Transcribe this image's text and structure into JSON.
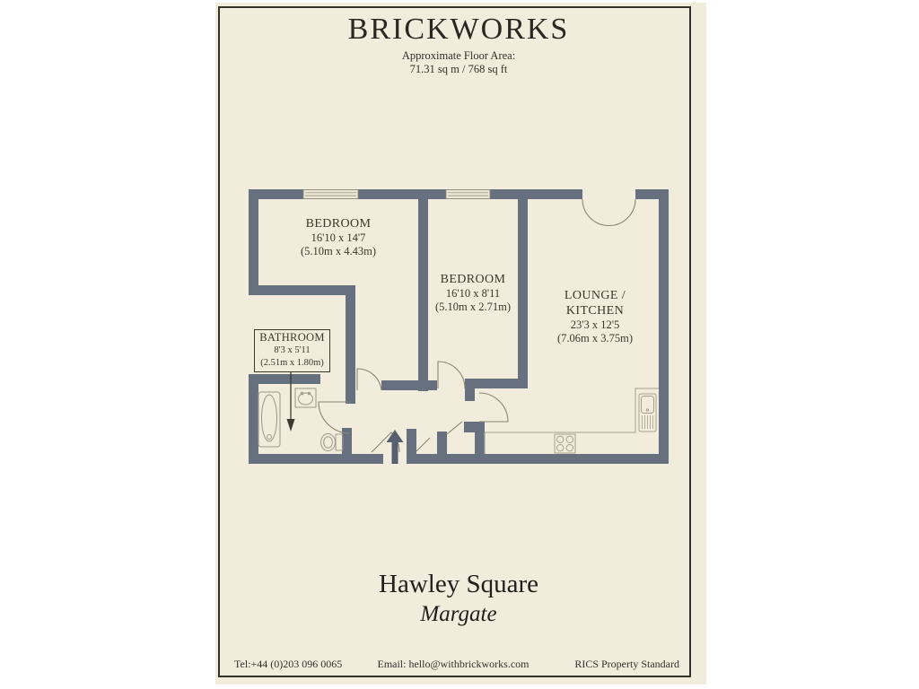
{
  "brand": {
    "name": "BRICKWORKS"
  },
  "header": {
    "floor_area_label": "Approximate Floor Area:",
    "floor_area_value": "71.31 sq m / 768 sq ft"
  },
  "rooms": {
    "bedroom1": {
      "name": "BEDROOM",
      "imperial": "16'10 x 14'7",
      "metric": "(5.10m x 4.43m)"
    },
    "bedroom2": {
      "name": "BEDROOM",
      "imperial": "16'10 x 8'11",
      "metric": "(5.10m x 2.71m)"
    },
    "lounge": {
      "name_line1": "LOUNGE /",
      "name_line2": "KITCHEN",
      "imperial": "23'3 x 12'5",
      "metric": "(7.06m x 3.75m)"
    },
    "bathroom": {
      "name": "BATHROOM",
      "imperial": "8'3 x 5'11",
      "metric": "(2.51m x 1.80m)"
    }
  },
  "property": {
    "name": "Hawley Square",
    "location": "Margate"
  },
  "footer": {
    "tel": "Tel:+44 (0)203 096 0065",
    "email": "Email:  hello@withbrickworks.com",
    "rics": "RICS Property Standard"
  },
  "colors": {
    "paper": "#f2ecdc",
    "frame": "#34332c",
    "wall": "#67707f",
    "ink": "#33302a",
    "fixture_line": "#9d9783",
    "door_line": "#8a8472"
  }
}
